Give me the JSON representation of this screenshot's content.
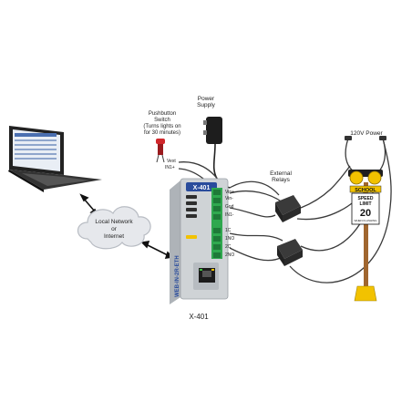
{
  "labels": {
    "power_supply": [
      "Power",
      "Supply"
    ],
    "pushbutton": [
      "Pushbutton",
      "Switch",
      "(Turns lights on",
      "for 30 minutes)"
    ],
    "external_relays": [
      "External",
      "Relays"
    ],
    "power_120v": "120V Power",
    "network": [
      "Local Network",
      "or",
      "Internet"
    ],
    "device_name": "X-401"
  },
  "terminals": {
    "top": [
      "Vext",
      "IN1+"
    ],
    "block": [
      "Vin+",
      "Vin-",
      "Gnd",
      "IN1-",
      "1C",
      "1NO",
      "2C",
      "2NO"
    ]
  },
  "device": {
    "logo": "X-401",
    "side_text": "WEB-IN-2R-ETH"
  },
  "sign": {
    "header": "SCHOOL",
    "lines": [
      "SPEED",
      "LIMIT"
    ],
    "number": "20",
    "footer": "WHEN FLASHING"
  },
  "colors": {
    "terminal_green": "#2fa84f",
    "device_gray": "#cfd3d6",
    "device_blue": "#2a4c9c",
    "sign_yellow": "#f2c200",
    "pole_brown": "#a0662f",
    "wire": "#3a3a3a"
  },
  "icons": [
    "laptop-icon",
    "cloud-icon",
    "power-adapter-icon",
    "pushbutton-icon",
    "relay-icon",
    "ethernet-port-icon",
    "speed-sign-icon"
  ]
}
